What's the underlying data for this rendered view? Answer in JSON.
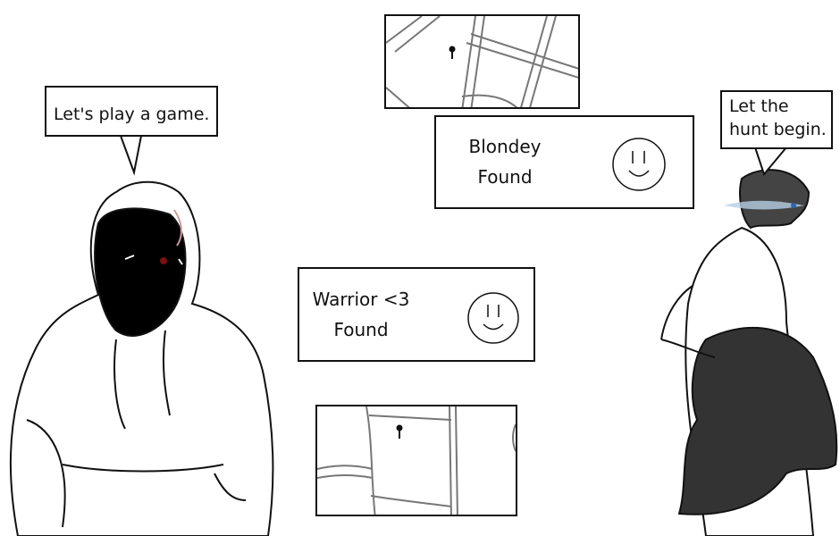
{
  "speech": {
    "hooded_figure": "Let's play a game.",
    "right_figure_line1": "Let the",
    "right_figure_line2": "hunt begin."
  },
  "notifications": [
    {
      "line1": "Blondey",
      "line2": "Found",
      "icon": "smiley-face-icon"
    },
    {
      "line1": "Warrior <3",
      "line2": "Found",
      "icon": "smiley-face-icon"
    }
  ],
  "maps": [
    {
      "icon": "location-pin-icon"
    },
    {
      "icon": "location-pin-icon"
    }
  ]
}
